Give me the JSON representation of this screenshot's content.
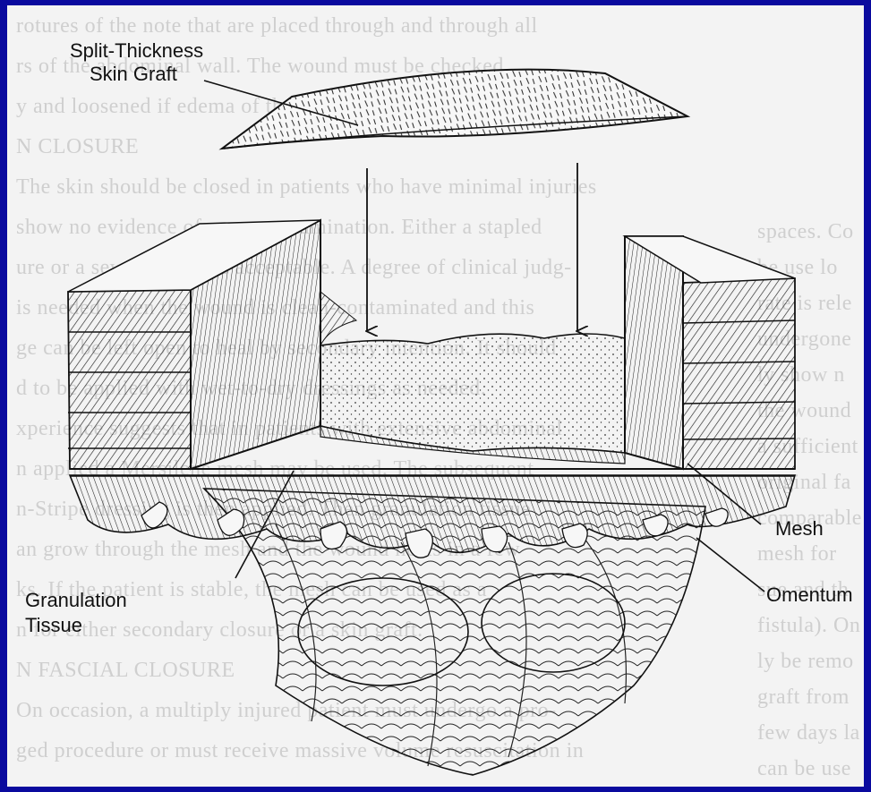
{
  "colors": {
    "frame": "#0a0a9e",
    "paper": "#f3f3f3",
    "ink": "#111111",
    "bleed_text": "#cfcfcf"
  },
  "labels": {
    "skin_graft_line1": "Split-Thickness",
    "skin_graft_line2": "Skin Graft",
    "mesh": "Mesh",
    "omentum": "Omentum",
    "granulation_line1": "Granulation",
    "granulation_line2": "Tissue"
  },
  "background_text": [
    "rotures of the note that are placed through and through all",
    "rs of the abdominal wall. The wound must be checked",
    "y and loosened if edema of the abdominal wall occurs.",
    "N CLOSURE",
    "The skin should be closed in patients who have minimal injuries",
    "show no evidence of gross contamination. Either a stapled",
    "ure or a sewn closure is acceptable. A degree of clinical judg-",
    "is needed when the wound is clean-contaminated and this",
    "ge can be left open to heal by secondary intention. It should",
    "d to be applied with wet-to-dry dressings as needed.",
    "xperience suggests that in patients with extensive abdominal",
    "n applied a Mersilene mesh may be used. The subsequent",
    "n-Stripe dressing is then applied. Then granulation tissue",
    "an grow through the mesh and the wound heals in a few",
    "ks. If the patient is stable, the mesh can be used as a",
    "n for either secondary closure or a skin graft.",
    "N FASCIAL CLOSURE",
    "On occasion, a multiply injured patient must undergo a pro-",
    "ged procedure or must receive massive volume resuscitation in"
  ],
  "background_text_right": [
    "spaces. Co",
    "be use lo",
    "rate is rele",
    "undergone",
    "ly show n",
    "the wound",
    "a sufficient",
    "original fa",
    "comparable",
    "mesh for",
    "sue and th",
    "fistula). On",
    "ly be remo",
    "graft from",
    "few days la",
    "can be use"
  ]
}
